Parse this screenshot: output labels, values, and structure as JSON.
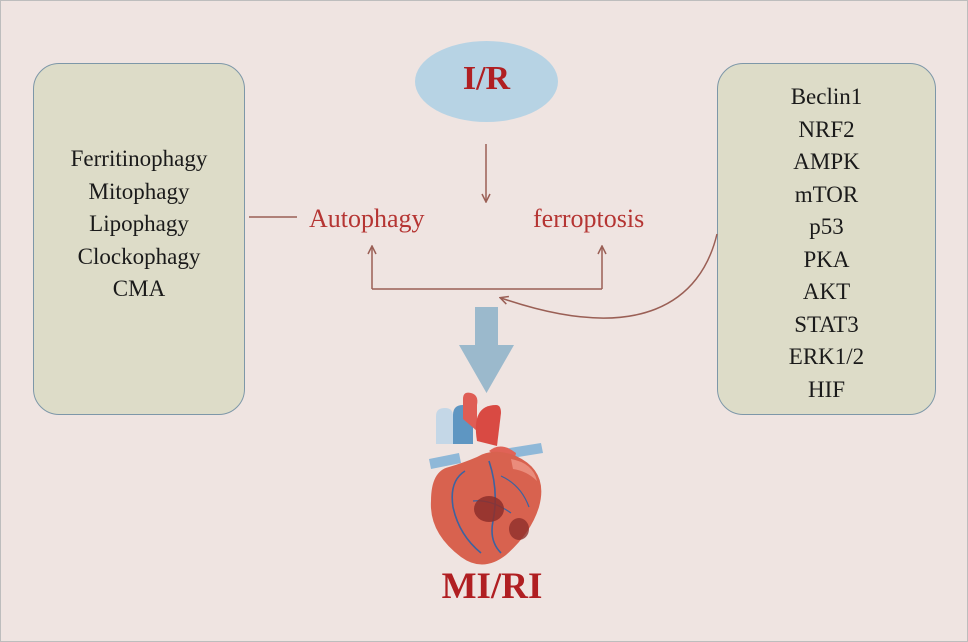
{
  "diagram": {
    "top_node": "I/R",
    "center_left": "Autophagy",
    "center_right": "ferroptosis",
    "left_box_items": [
      "Ferritinophagy",
      "Mitophagy",
      "Lipophagy",
      "Clockophagy",
      "CMA"
    ],
    "right_box_items": [
      "Beclin1",
      "NRF2",
      "AMPK",
      "mTOR",
      "p53",
      "PKA",
      "AKT",
      "STAT3",
      "ERK1/2",
      "HIF"
    ],
    "bottom_label": "MI/RI",
    "heart_image": "heart-illustration"
  },
  "colors": {
    "background": "#efe4e1",
    "box_fill": "#dddcc8",
    "box_border": "#7d97a8",
    "ellipse_fill": "#b7d3e4",
    "accent_red": "#b01f22",
    "arrow_brown": "#9a5f55",
    "big_arrow": "#9bb9cc"
  }
}
